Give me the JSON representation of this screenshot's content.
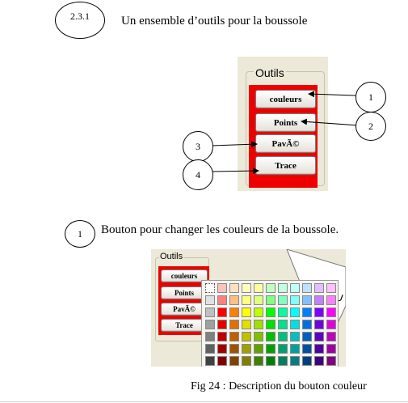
{
  "section": {
    "number": "2.3.1",
    "title": "Un ensemble d’outils pour la boussole"
  },
  "top_panel": {
    "legend": "Outils",
    "buttons": [
      "couleurs",
      "Points",
      "PavÃ©",
      "Trace"
    ],
    "callouts": [
      "1",
      "2",
      "3",
      "4"
    ]
  },
  "description": {
    "number": "1",
    "text": "Bouton pour changer les couleurs de la boussole."
  },
  "lower_panel": {
    "legend": "Outils",
    "buttons": [
      "couleurs",
      "Points",
      "PavÃ©",
      "Trace"
    ],
    "partial_text": "U"
  },
  "palette_colors": [
    [
      "#ffffff",
      "#ffc0c0",
      "#ffe0c0",
      "#ffffc0",
      "#ffffa0",
      "#c0ffc0",
      "#c0ffe0",
      "#c0ffff",
      "#c0e0ff",
      "#e0c0ff",
      "#ffc0ff"
    ],
    [
      "#e0e0e0",
      "#ff8080",
      "#ffc080",
      "#ffff80",
      "#e0ff80",
      "#80ff80",
      "#80ffc0",
      "#80ffff",
      "#80c0ff",
      "#c080ff",
      "#ff80ff"
    ],
    [
      "#c0c0c0",
      "#ff0000",
      "#ff8000",
      "#ffff00",
      "#c0ff00",
      "#00ff00",
      "#00ffa0",
      "#00ffff",
      "#0080ff",
      "#8000ff",
      "#ff00ff"
    ],
    [
      "#a0a0a0",
      "#e00000",
      "#e07000",
      "#e0e000",
      "#a0e000",
      "#00e000",
      "#00e090",
      "#00e0e0",
      "#0070e0",
      "#7000e0",
      "#e000e0"
    ],
    [
      "#808080",
      "#c00000",
      "#c06000",
      "#c0c000",
      "#80c000",
      "#00c000",
      "#00c080",
      "#00c0c0",
      "#0060c0",
      "#6000c0",
      "#c000c0"
    ],
    [
      "#606060",
      "#a00000",
      "#a05000",
      "#a0a000",
      "#60a000",
      "#00a000",
      "#00a070",
      "#00a0a0",
      "#0050a0",
      "#5000a0",
      "#a000a0"
    ],
    [
      "#404040",
      "#800000",
      "#804000",
      "#808000",
      "#408000",
      "#008000",
      "#008060",
      "#008080",
      "#004080",
      "#400080",
      "#800080"
    ],
    [
      "#202020",
      "#600000",
      "#603000",
      "#606000",
      "#306000",
      "#006000",
      "#006050",
      "#006060",
      "#003060",
      "#300060",
      "#600060"
    ]
  ],
  "caption": "Fig 24 : Description du bouton couleur"
}
